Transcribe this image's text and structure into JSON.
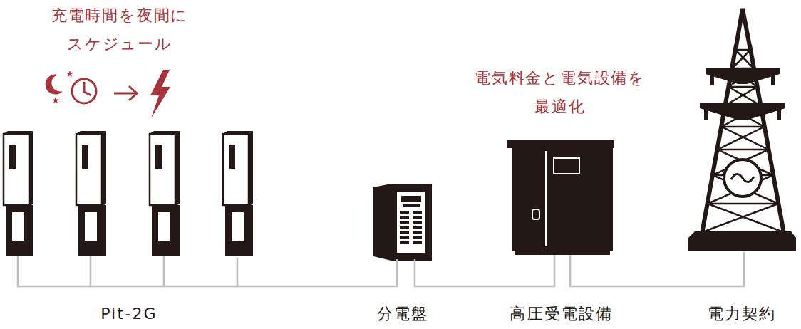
{
  "diagram": {
    "nodes": [
      {
        "text": [
          "Pit-2G"
        ]
      },
      {
        "text": [
          "分電盤"
        ]
      },
      {
        "text": [
          "高圧受電設備"
        ]
      },
      {
        "text": [
          "電力契約"
        ]
      }
    ],
    "edges": [
      {
        "from": 0,
        "to": 1,
        "arrow": "none"
      },
      {
        "from": 1,
        "to": 2,
        "arrow": "none"
      },
      {
        "from": 2,
        "to": 3,
        "arrow": "none"
      }
    ],
    "labels": [
      "充電時間を夜間に スケジュール",
      "電気料金と電気設備を 最適化"
    ]
  }
}
